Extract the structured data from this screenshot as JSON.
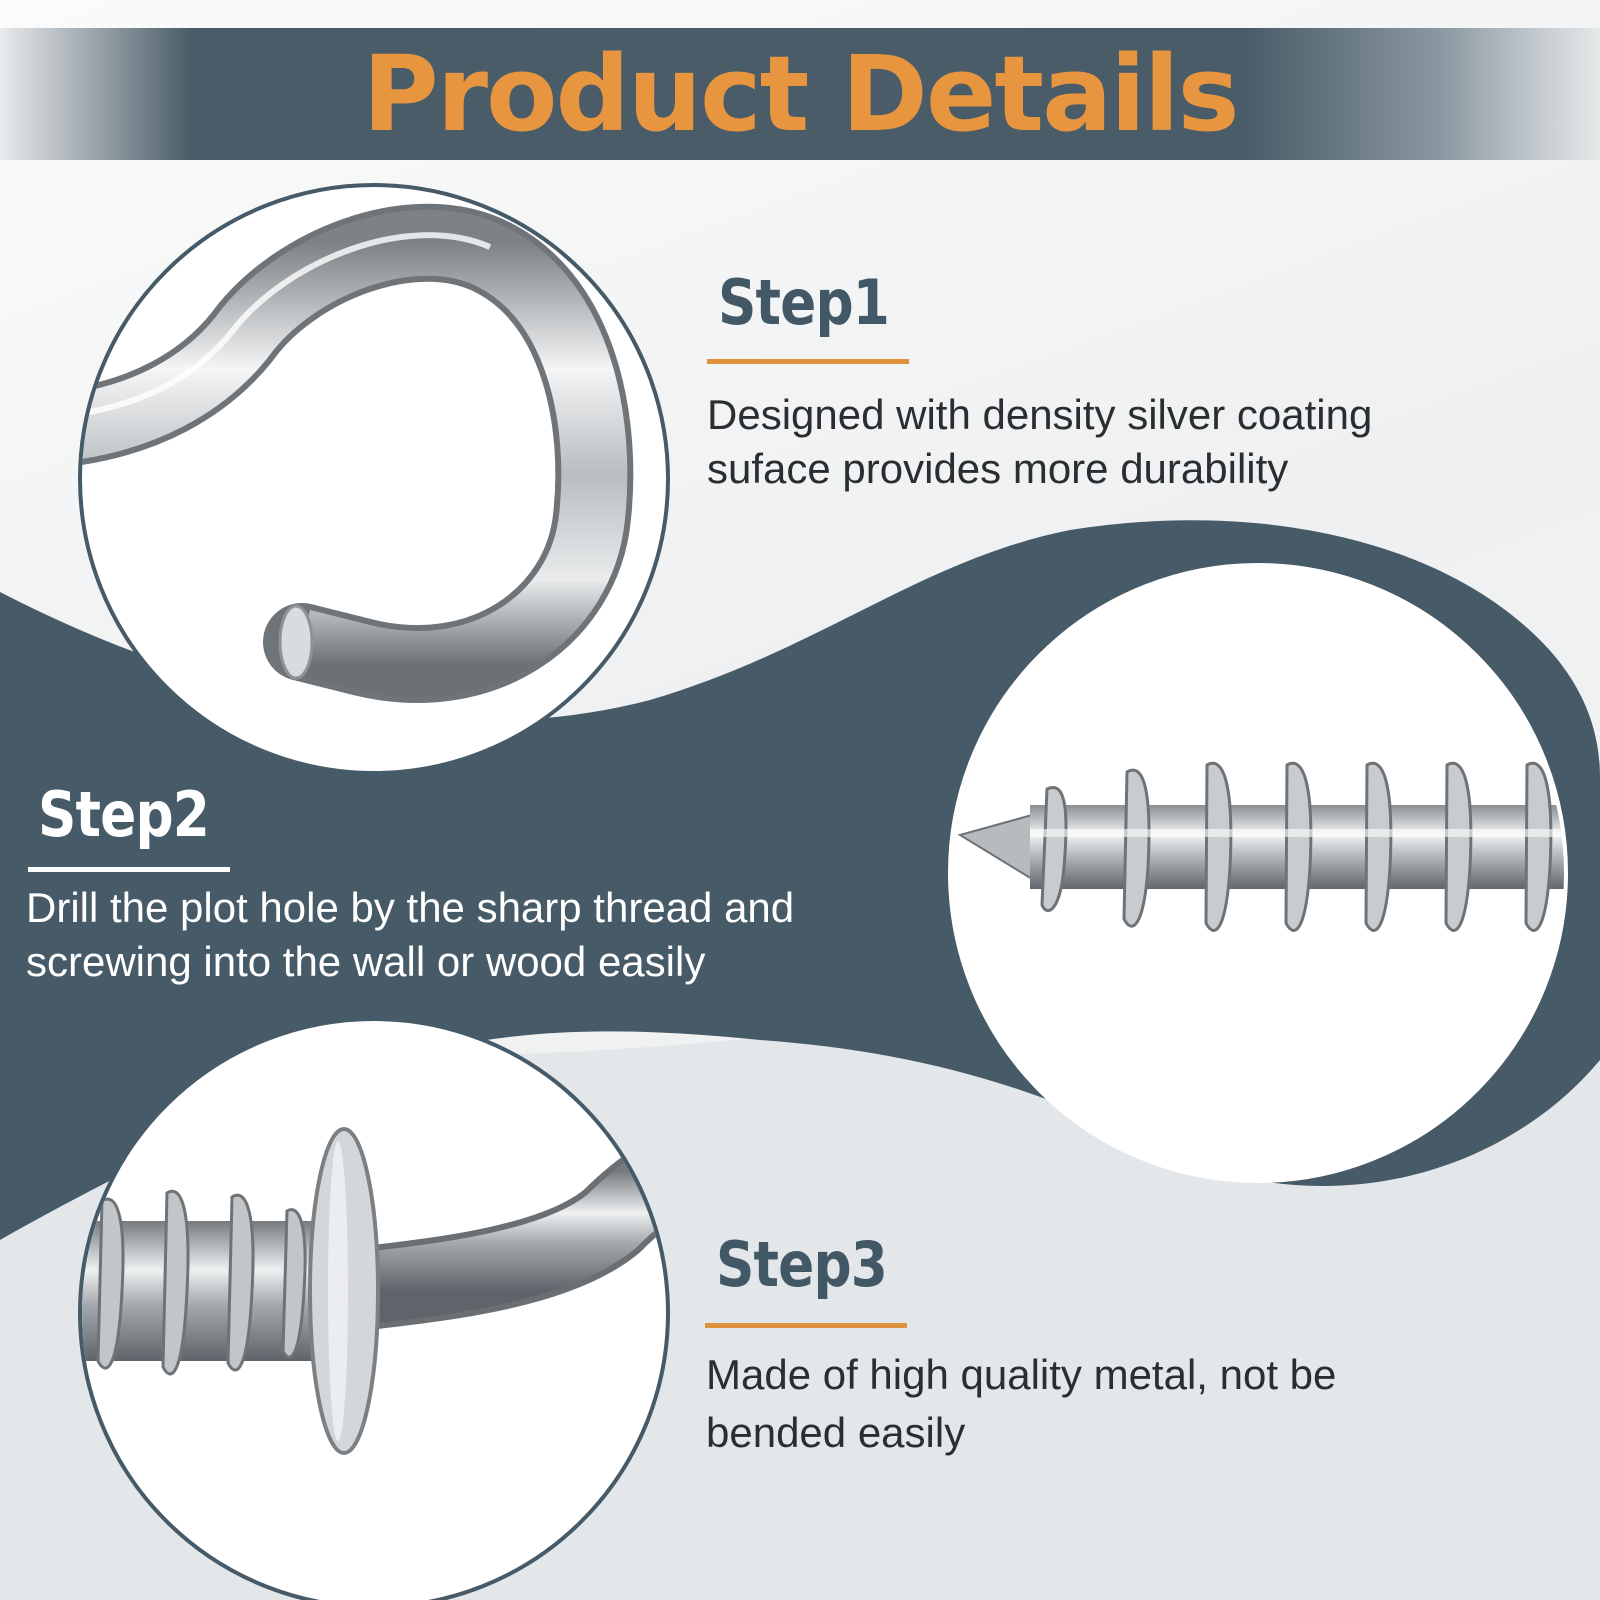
{
  "header": {
    "title": "Product Details"
  },
  "steps": [
    {
      "title": "Step1",
      "text_line1": "Designed with density silver coating",
      "text_line2": "suface provides more durability"
    },
    {
      "title": "Step2",
      "text_line1": "Drill the plot hole by the sharp thread and",
      "text_line2": "screwing into the wall or wood easily"
    },
    {
      "title": "Step3",
      "text_line1": "Made of high quality metal, not be",
      "text_line2": "bended easily"
    }
  ],
  "photos": [
    {
      "icon": "hook-closeup-photo"
    },
    {
      "icon": "thread-tip-closeup-photo"
    },
    {
      "icon": "washer-closeup-photo"
    }
  ],
  "colors": {
    "accent": "#e8953f",
    "slate": "#465a67",
    "text": "#2b2e31"
  }
}
